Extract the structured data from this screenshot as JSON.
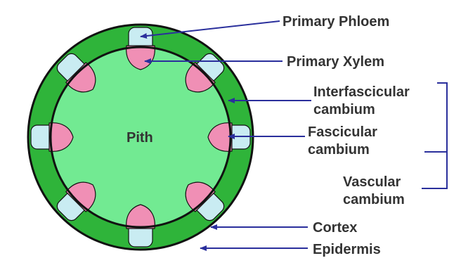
{
  "diagram": {
    "center_label": "Pith",
    "labels": {
      "primary_phloem": "Primary Phloem",
      "primary_xylem": "Primary Xylem",
      "interfascicular_line1": "Interfascicular",
      "interfascicular_line2": "cambium",
      "fascicular_line1": "Fascicular",
      "fascicular_line2": "cambium",
      "vascular_line1": "Vascular",
      "vascular_line2": "cambium",
      "cortex": "Cortex",
      "epidermis": "Epidermis"
    },
    "colors": {
      "cortex": "#2fb43a",
      "pith": "#72ea92",
      "xylem": "#f08fb5",
      "phloem": "#c9ecf2",
      "outline": "#111111",
      "arrow": "#2a2f9c",
      "text": "#333333"
    },
    "vascular_bundle_count": 8
  }
}
